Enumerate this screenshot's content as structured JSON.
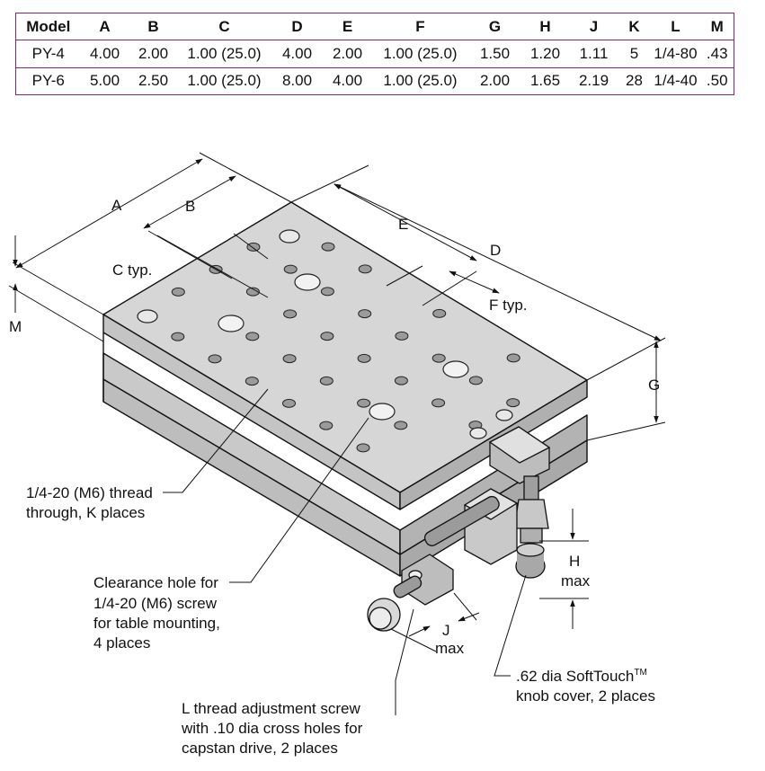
{
  "table": {
    "headers": [
      "Model",
      "A",
      "B",
      "C",
      "D",
      "E",
      "F",
      "G",
      "H",
      "J",
      "K",
      "L",
      "M"
    ],
    "rows": [
      [
        "PY-4",
        "4.00",
        "2.00",
        "1.00 (25.0)",
        "4.00",
        "2.00",
        "1.00 (25.0)",
        "1.50",
        "1.20",
        "1.11",
        "5",
        "1/4-80",
        ".43"
      ],
      [
        "PY-6",
        "5.00",
        "2.50",
        "1.00 (25.0)",
        "8.00",
        "4.00",
        "1.00 (25.0)",
        "2.00",
        "1.65",
        "2.19",
        "28",
        "1/4-40",
        ".50"
      ]
    ]
  },
  "dimension_labels": {
    "a": "A",
    "b": "B",
    "c": "C typ.",
    "d": "D",
    "e": "E",
    "f": "F typ.",
    "g": "G",
    "m": "M",
    "h": "H",
    "h_max": "max",
    "j": "J",
    "j_max": "max"
  },
  "callouts": {
    "thread_hole": [
      "1/4-20 (M6) thread",
      "through, K places"
    ],
    "clearance_hole": [
      "Clearance hole for",
      "1/4-20 (M6) screw",
      "for table mounting,",
      "4 places"
    ],
    "adjust_screw": [
      "L thread adjustment screw",
      "with .10 dia cross holes for",
      "capstan drive, 2 places"
    ],
    "knob_cover_line1": ".62 dia SoftTouch",
    "knob_cover_tm": "TM",
    "knob_cover_line2": "knob cover, 2 places"
  },
  "colors": {
    "table_border": "#8a2470",
    "plate_top": "#d4d4d4",
    "plate_side": "#bdbdbd",
    "line": "#111111"
  }
}
